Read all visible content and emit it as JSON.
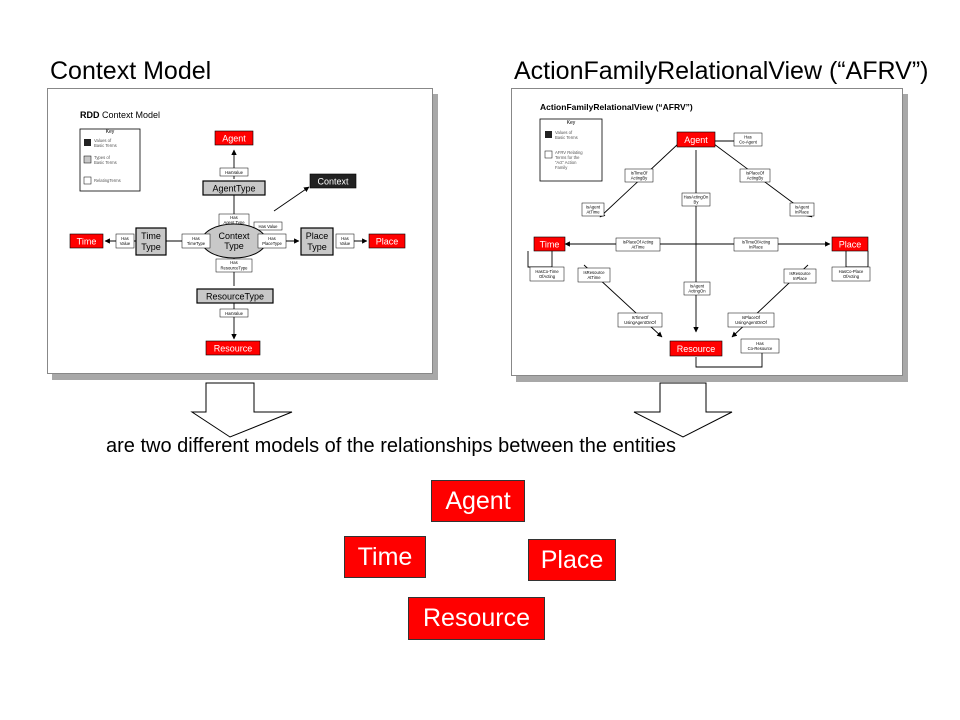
{
  "headings": {
    "left": "Context Model",
    "right": "ActionFamilyRelationalView (“AFRV”)"
  },
  "left_diagram": {
    "title_bold": "RDD",
    "title_rest": " Context Model",
    "key": {
      "title": "Key",
      "item1": [
        "Values of",
        "Basic Terms"
      ],
      "item2": [
        "Types of",
        "Basic Terms"
      ],
      "item3": "RelatingTerms"
    },
    "nodes": {
      "agent": "Agent",
      "agent_type": "AgentType",
      "context": "Context",
      "time": "Time",
      "time_type": [
        "Time",
        "Type"
      ],
      "context_type": [
        "Context",
        "Type"
      ],
      "place_type": [
        "Place",
        "Type"
      ],
      "place": "Place",
      "resource_type": "ResourceType",
      "resource": "Resource"
    },
    "relations": {
      "has_value_agent": "HasValue",
      "has_agent_type": [
        "Has",
        "Agent Type"
      ],
      "has_value_ctx": "Has Value",
      "has_value_time": [
        "Has",
        "Value"
      ],
      "has_time_type": [
        "Has",
        "TimeType"
      ],
      "has_place_type": [
        "Has",
        "PlaceType"
      ],
      "has_value_place": [
        "Has",
        "Value"
      ],
      "has_resource_type": [
        "Has",
        "ResourceType"
      ],
      "has_value_resource": "HasValue"
    }
  },
  "right_diagram": {
    "title": "ActionFamilyRelationalView (“AFRV”)",
    "key": {
      "title": "Key",
      "item1": [
        "Values of",
        "Basic Terms"
      ],
      "item2": [
        "AFRV Relating",
        "Terms for the",
        "“Act” Action",
        "Family"
      ]
    },
    "nodes": {
      "agent": "Agent",
      "time": "Time",
      "place": "Place",
      "resource": "Resource"
    },
    "relations": {
      "has_co_agent": [
        "Has",
        "Co-Agent"
      ],
      "is_time_of_act": [
        "IsTimeOf",
        "ActingBy"
      ],
      "is_place_of_act": [
        "IsPlaceOf",
        "ActingBy"
      ],
      "is_agent_at_time": [
        "IsAgent",
        "AtTime"
      ],
      "is_agent_in_place": [
        "IsAgent",
        "InPlace"
      ],
      "has_acting_on": [
        "HasActingOn",
        "By"
      ],
      "is_place_of_acting_at_time": [
        "IsPlaceOf Acting",
        "AtTime"
      ],
      "is_time_of_acting_in_place": [
        "IsTimeOfActing",
        "InPlace"
      ],
      "has_co_time": [
        "HasCo-Time",
        "OfActing"
      ],
      "has_co_place": [
        "HasCo-Place",
        "OfActing"
      ],
      "is_resource_at_time": [
        "IsResource",
        "AtTime"
      ],
      "is_resource_in_place": [
        "IsResource",
        "InPlace"
      ],
      "is_agent_acting_on": [
        "IsAgent",
        "ActingOn"
      ],
      "is_time_of_using": [
        "IsTimeOf",
        "UsingAgentOnOf"
      ],
      "is_place_of_using": [
        "IsPlaceOf",
        "UsingAgentOnOf"
      ],
      "has_co_resource": [
        "Has",
        "Co-Resource"
      ]
    }
  },
  "caption": "are two different models of the relationships between the entities",
  "entities": {
    "agent": "Agent",
    "time": "Time",
    "place": "Place",
    "resource": "Resource"
  },
  "colors": {
    "entity_red": "#ff0000",
    "dark_key": "#222222",
    "type_grey": "#c8c8c8"
  }
}
